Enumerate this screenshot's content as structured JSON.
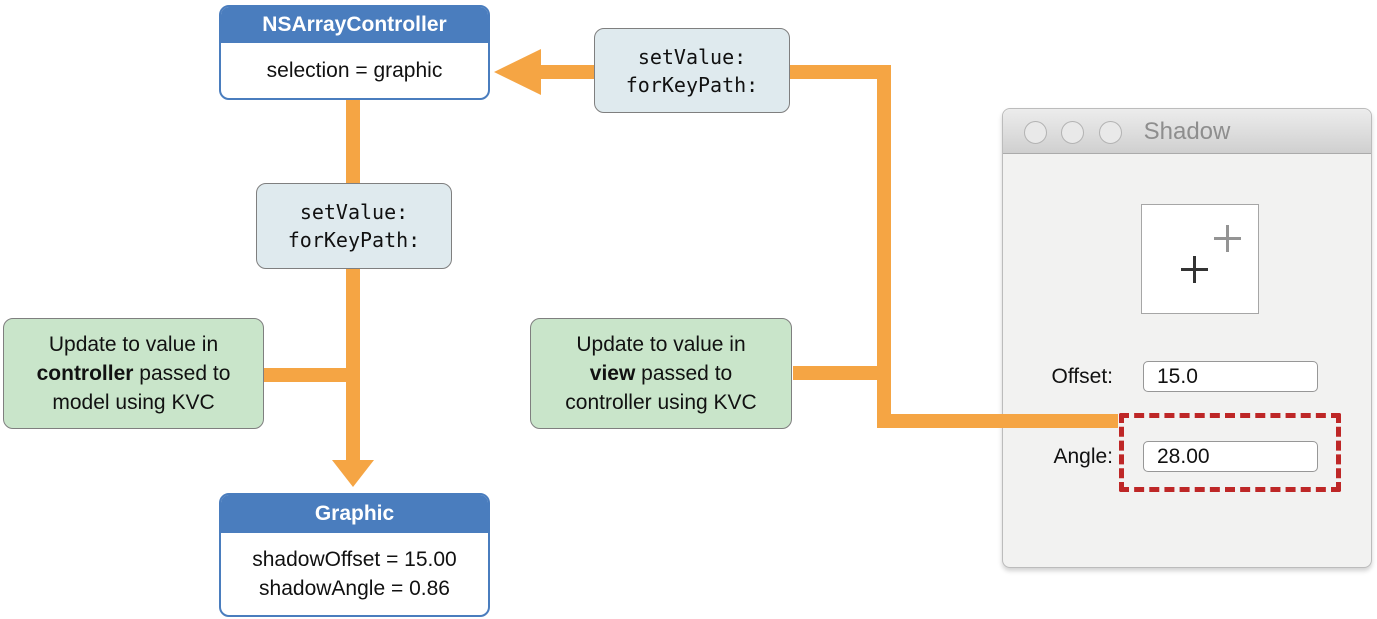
{
  "colors": {
    "orange": "#F5A544",
    "blue_header": "#4A7DBE",
    "green_fill": "#C9E5CA",
    "code_fill": "#DFEAEE",
    "red_dashed": "#BE2727"
  },
  "nodes": {
    "array_controller": {
      "title": "NSArrayController",
      "body": "selection = graphic"
    },
    "graphic": {
      "title": "Graphic",
      "line1": "shadowOffset = 15.00",
      "line2": "shadowAngle = 0.86"
    },
    "set_value_top": {
      "line1": "setValue:",
      "line2": "forKeyPath:"
    },
    "set_value_left": {
      "line1": "setValue:",
      "line2": "forKeyPath:"
    },
    "note_controller": {
      "line1": "Update to value in",
      "line2_bold": "controller",
      "line2_rest": " passed to",
      "line3": "model using KVC"
    },
    "note_view": {
      "line1": "Update to value in",
      "line2_bold": "view",
      "line2_rest": " passed to",
      "line3": "controller using KVC"
    }
  },
  "window": {
    "title": "Shadow",
    "offset_label": "Offset:",
    "offset_value": "15.0",
    "angle_label": "Angle:",
    "angle_value": "28.00"
  },
  "icons": {
    "crosshair": "plus-cross",
    "shadow_crosshair": "plus-cross",
    "window_controls": "empty-gray-circles"
  }
}
